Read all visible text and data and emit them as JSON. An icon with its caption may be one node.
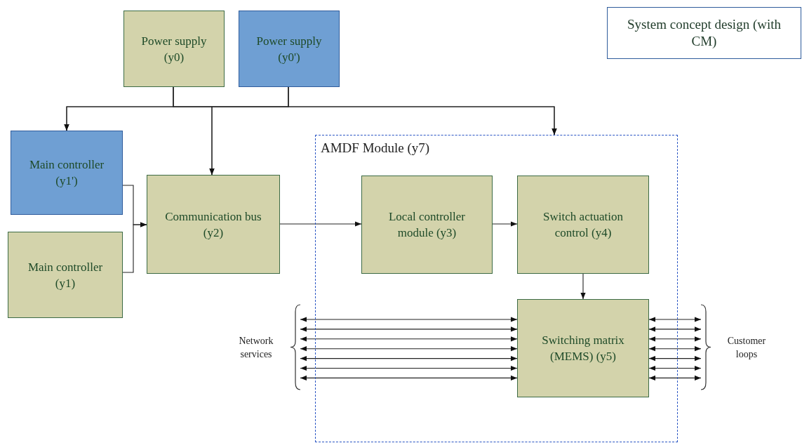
{
  "diagram": {
    "nodes": [
      {
        "text": [
          "Power supply (y0)"
        ]
      },
      {
        "text": [
          "Power supply (y0')"
        ]
      },
      {
        "text": [
          "System concept design (with CM)"
        ]
      },
      {
        "text": [
          "Main controller (y1')"
        ]
      },
      {
        "text": [
          "Communication bus (y2)"
        ]
      },
      {
        "text": [
          "AMDF Module (y7)"
        ]
      },
      {
        "text": [
          "Local controller module (y3)"
        ],
        "in": 5
      },
      {
        "text": [
          "Switch actuation control (y4)"
        ],
        "in": 5
      },
      {
        "text": [
          "Main controller (y1)"
        ]
      },
      {
        "text": [
          "Switching matrix (MEMS) (y5)"
        ],
        "in": 5
      },
      {
        "text": [
          "Network services"
        ]
      },
      {
        "text": [
          "Customer loops"
        ]
      }
    ],
    "edges": [
      {
        "from": 0,
        "to": 3,
        "arrow": "to"
      },
      {
        "from": 0,
        "to": 4,
        "arrow": "to"
      },
      {
        "from": 0,
        "to": 5,
        "arrow": "to"
      },
      {
        "from": 1,
        "to": 3,
        "arrow": "to"
      },
      {
        "from": 1,
        "to": 4,
        "arrow": "to"
      },
      {
        "from": 1,
        "to": 5,
        "arrow": "to"
      },
      {
        "from": 3,
        "to": 4,
        "arrow": "to"
      },
      {
        "from": 8,
        "to": 4,
        "arrow": "to"
      },
      {
        "from": 4,
        "to": 6,
        "arrow": "to"
      },
      {
        "from": 6,
        "to": 7,
        "arrow": "to"
      },
      {
        "from": 7,
        "to": 9,
        "arrow": "to"
      },
      {
        "from": 10,
        "to": 9,
        "arrow": "both"
      },
      {
        "from": 10,
        "to": 9,
        "arrow": "both"
      },
      {
        "from": 10,
        "to": 9,
        "arrow": "both"
      },
      {
        "from": 10,
        "to": 9,
        "arrow": "both"
      },
      {
        "from": 10,
        "to": 9,
        "arrow": "both"
      },
      {
        "from": 10,
        "to": 9,
        "arrow": "both"
      },
      {
        "from": 10,
        "to": 9,
        "arrow": "both"
      },
      {
        "from": 9,
        "to": 11,
        "arrow": "both"
      },
      {
        "from": 9,
        "to": 11,
        "arrow": "both"
      },
      {
        "from": 9,
        "to": 11,
        "arrow": "both"
      },
      {
        "from": 9,
        "to": 11,
        "arrow": "both"
      },
      {
        "from": 9,
        "to": 11,
        "arrow": "both"
      },
      {
        "from": 9,
        "to": 11,
        "arrow": "both"
      },
      {
        "from": 9,
        "to": 11,
        "arrow": "both"
      }
    ]
  }
}
